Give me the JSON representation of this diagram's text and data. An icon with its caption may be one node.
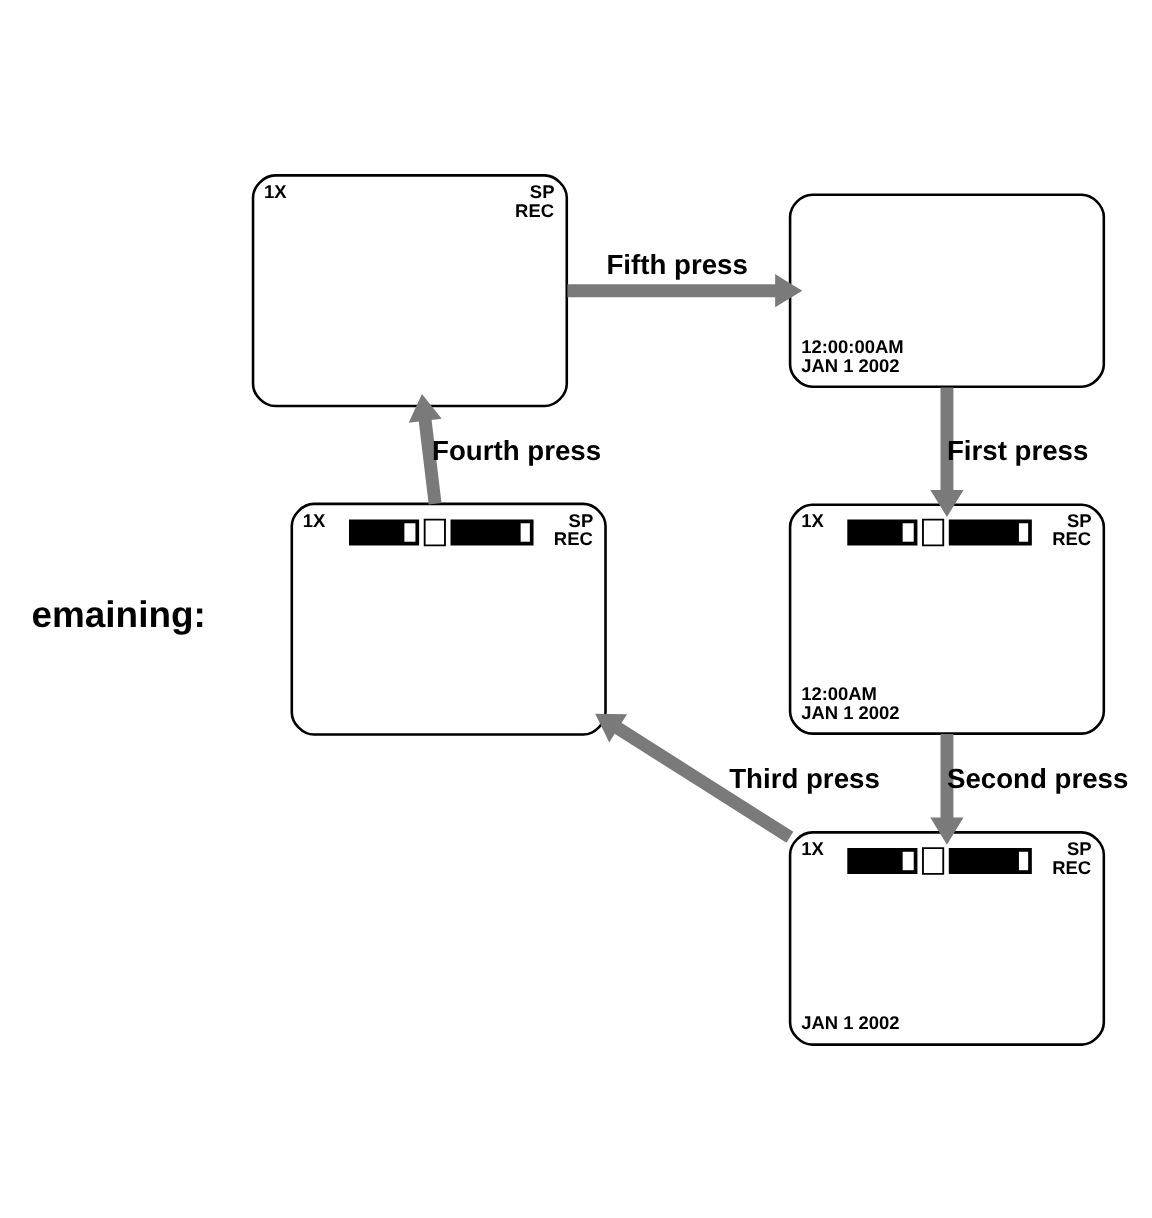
{
  "diagram": {
    "nodes": [
      {
        "text": [
          "12:00:00AM",
          "JAN 1 2002"
        ]
      },
      {
        "text": [
          "1X",
          "SP",
          "REC"
        ]
      },
      {
        "text": [
          "1X",
          "SP",
          "REC",
          "12:00AM",
          "JAN 1 2002"
        ]
      },
      {
        "text": [
          "1X",
          "SP",
          "REC"
        ]
      },
      {
        "text": [
          "1X",
          "SP",
          "REC",
          "JAN 1 2002"
        ]
      }
    ],
    "edges": [
      {
        "from": 1,
        "to": 0,
        "arrow": "to",
        "label": "Fifth press"
      },
      {
        "from": 0,
        "to": 2,
        "arrow": "to",
        "label": "First press"
      },
      {
        "from": 2,
        "to": 4,
        "arrow": "to",
        "label": "Second press"
      },
      {
        "from": 4,
        "to": 3,
        "arrow": "to",
        "label": "Third press"
      },
      {
        "from": 3,
        "to": 1,
        "arrow": "to",
        "label": "Fourth press"
      }
    ],
    "labels": [
      "emaining:"
    ]
  }
}
